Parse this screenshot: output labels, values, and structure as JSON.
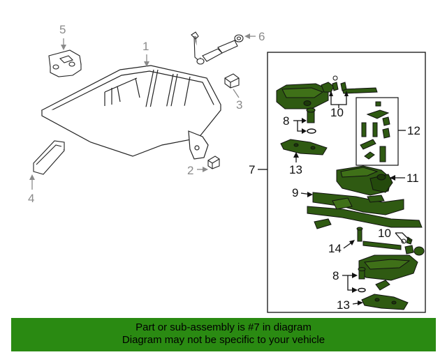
{
  "callouts": {
    "c1": "1",
    "c2": "2",
    "c3": "3",
    "c4": "4",
    "c5": "5",
    "c6": "6",
    "c7": "7",
    "c8a": "8",
    "c8b": "8",
    "c9": "9",
    "c10a": "10",
    "c10b": "10",
    "c11": "11",
    "c12": "12",
    "c13a": "13",
    "c13b": "13",
    "c14": "14"
  },
  "banner": {
    "line1": "Part or sub-assembly is #7 in diagram",
    "line2": "Diagram may not be specific to your vehicle"
  },
  "colors": {
    "part_fill": "#2f5a12",
    "part_dark": "#1c3a08",
    "banner_bg": "#2a8a12",
    "leader_gray": "#8a8a8a"
  }
}
